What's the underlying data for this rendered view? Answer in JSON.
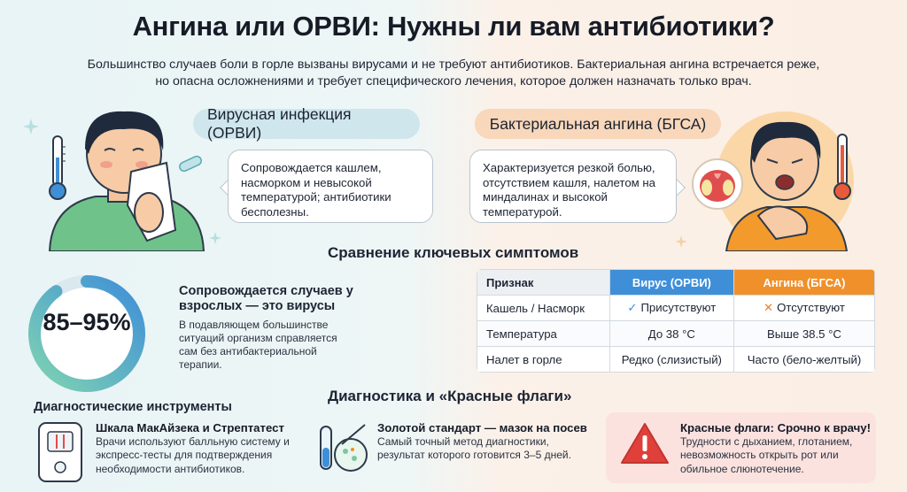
{
  "header": {
    "title": "Ангина или ОРВИ: Нужны ли вам антибиотики?",
    "subtitle": "Большинство случаев боли в горле вызваны вирусами и не требуют антибиотиков. Бактериальная ангина встречается реже, но опасна осложнениями и требует специфического лечения, которое должен назначать только врач."
  },
  "viral": {
    "label": "Вирусная инфекция (ОРВИ)",
    "bubble": "Сопровождается кашлем, насморком и невысокой температурой; антибиотики бесполезны."
  },
  "bacterial": {
    "label": "Бактериальная ангина (БГСА)",
    "bubble": "Характеризуется резкой болью, отсутствием кашля, налетом на миндалинах и высокой температурой."
  },
  "stat": {
    "value": "85–95%",
    "percent": 90,
    "heading": "Сопровождается случаев у взрослых — это вирусы",
    "desc": "В подавляющем большинстве ситуаций организм справляется сам без антибактериальной терапии."
  },
  "comparison": {
    "heading": "Сравнение ключевых симптомов",
    "headers": [
      "Признак",
      "Вирус (ОРВИ)",
      "Ангина (БГСА)"
    ],
    "rows": [
      [
        "Кашель / Насморк",
        "Присутствуют",
        "Отсутствуют"
      ],
      [
        "Температура",
        "До 38 °C",
        "Выше 38.5 °C"
      ],
      [
        "Налет в горле",
        "Редко (слизистый)",
        "Часто (бело-желтый)"
      ]
    ]
  },
  "diagnostics": {
    "heading": "Диагностика и «Красные флаги»",
    "tools_heading": "Диагностические инструменты",
    "tool1_title": "Шкала МакАйзека и Стрептатест",
    "tool1_desc": "Врачи используют балльную систему и экспресс-тесты для подтверждения необходимости антибиотиков.",
    "tool2_title": "Золотой стандарт — мазок на посев",
    "tool2_desc": "Самый точный метод диагностики, результат которого готовится 3–5 дней.",
    "flag_title": "Красные флаги: Срочно к врачу!",
    "flag_desc": "Трудности с дыханием, глотанием, невозможность открыть рот или обильное слюнотечение."
  },
  "colors": {
    "viral_blue": "#3f8fd8",
    "bacterial_orange": "#f0902a",
    "flag_red": "#e0403a"
  }
}
